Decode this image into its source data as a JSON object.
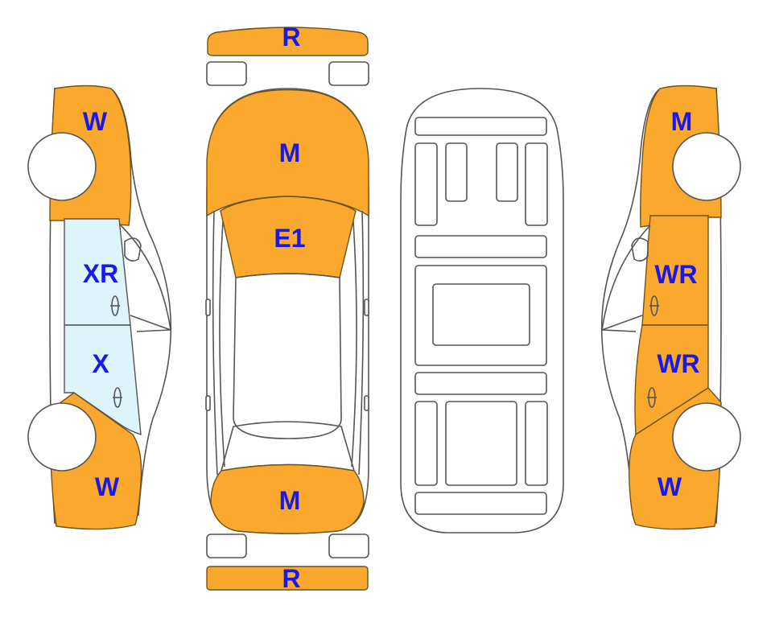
{
  "colors": {
    "damage_fill": "#fba82e",
    "label_text": "#1a1ae6",
    "glass_fill": "#ddf4fa",
    "outline": "#555555"
  },
  "labels": {
    "rear_bumper_top": "R",
    "hood": "M",
    "windshield": "E1",
    "trunk": "M",
    "front_bumper_bottom": "R",
    "left_front_fender": "W",
    "left_front_door": "XR",
    "left_rear_door": "X",
    "left_rear_quarter": "W",
    "right_front_fender": "M",
    "right_front_door": "WR",
    "right_rear_door": "WR",
    "right_rear_quarter": "W"
  }
}
